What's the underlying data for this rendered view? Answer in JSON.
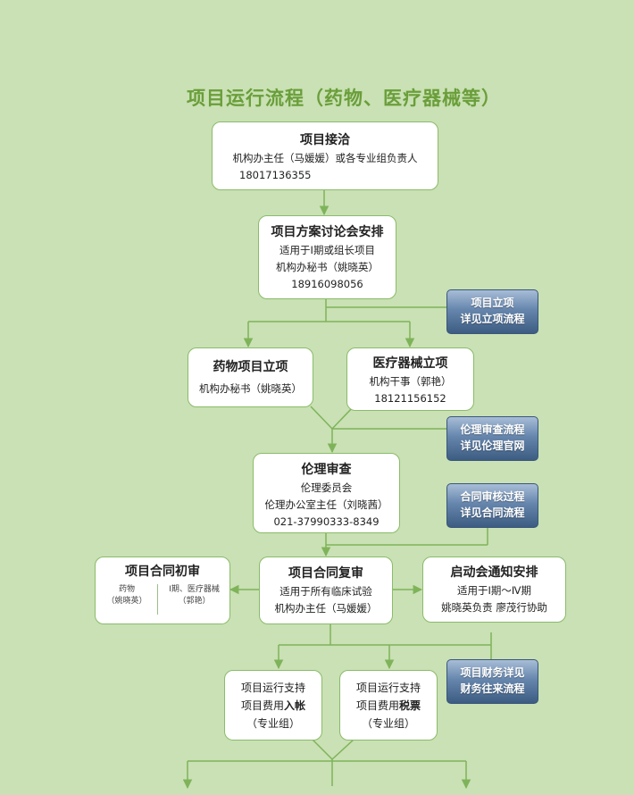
{
  "title": "项目运行流程（药物、医疗器械等）",
  "nodes": {
    "reception": {
      "title": "项目接洽",
      "line1": "机构办主任（马媛媛）或各专业组负责人",
      "line2": "18017136355"
    },
    "plan": {
      "title": "项目方案讨论会安排",
      "line1": "适用于Ⅰ期或组长项目",
      "line2": "机构办秘书（姚晓英）",
      "line3": "18916098056"
    },
    "drug": {
      "title": "药物项目立项",
      "line1": "机构办秘书（姚晓英）"
    },
    "device": {
      "title": "医疗器械立项",
      "line1": "机构干事（郭艳）",
      "line2": "18121156152"
    },
    "ethics": {
      "title": "伦理审查",
      "line1": "伦理委员会",
      "line2": "伦理办公室主任（刘晓茜）",
      "line3": "021-37990333-8349"
    },
    "contract_initial": {
      "title": "项目合同初审",
      "left_line1": "药物",
      "left_line2": "（姚晓英）",
      "right_line1": "Ⅰ期、医疗器械",
      "right_line2": "（郭艳）"
    },
    "contract_review": {
      "title": "项目合同复审",
      "line1": "适用于所有临床试验",
      "line2": "机构办主任（马媛媛）"
    },
    "kickoff": {
      "title": "启动会通知安排",
      "line1": "适用于Ⅰ期～Ⅳ期",
      "line2": "姚晓英负责 廖茂行协助"
    },
    "support_a": {
      "line1": "项目运行支持",
      "line2a": "项目费用",
      "line2b": "入帐",
      "line3": "（专业组）"
    },
    "support_b": {
      "line1": "项目运行支持",
      "line2a": "项目费用",
      "line2b": "税票",
      "line3": "（专业组）"
    }
  },
  "buttons": {
    "project_setup": {
      "line1": "项目立项",
      "line2": "详见立项流程"
    },
    "ethics_flow": {
      "line1": "伦理审查流程",
      "line2": "详见伦理官网"
    },
    "contract_flow": {
      "line1": "合同审核过程",
      "line2": "详见合同流程"
    },
    "finance_flow": {
      "line1": "项目财务详见",
      "line2": "财务往来流程"
    }
  },
  "colors": {
    "background": "#c9e1b4",
    "title": "#6a9e3a",
    "connector": "#7fb35a",
    "node_border": "#8bbb6a",
    "button": "#4a6a92"
  }
}
